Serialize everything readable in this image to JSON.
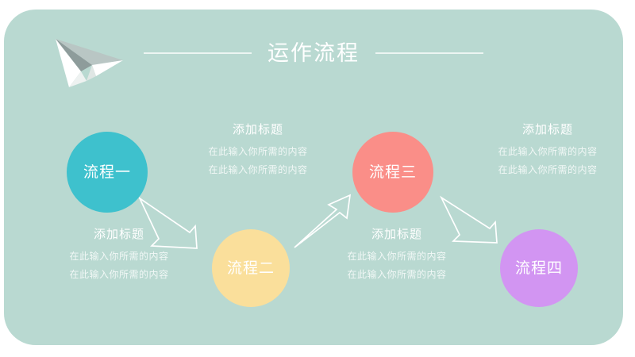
{
  "slide": {
    "background_color": "#ffffff",
    "panel_color": "#b9d9d1",
    "title": "运作流程",
    "plane_icon": "paper-plane-icon"
  },
  "nodes": [
    {
      "label": "流程一",
      "color": "#3ec1cd"
    },
    {
      "label": "流程二",
      "color": "#fadf9b"
    },
    {
      "label": "流程三",
      "color": "#fa8e88"
    },
    {
      "label": "流程四",
      "color": "#d295f2"
    }
  ],
  "blocks": [
    {
      "heading": "添加标题",
      "line1": "在此输入你所需的内容",
      "line2": "在此输入你所需的内容"
    },
    {
      "heading": "添加标题",
      "line1": "在此输入你所需的内容",
      "line2": "在此输入你所需的内容"
    },
    {
      "heading": "添加标题",
      "line1": "在此输入你所需的内容",
      "line2": "在此输入你所需的内容"
    },
    {
      "heading": "添加标题",
      "line1": "在此输入你所需的内容",
      "line2": "在此输入你所需的内容"
    }
  ],
  "arrows": [
    {
      "name": "arrow-step1-to-step2",
      "direction": "down-right"
    },
    {
      "name": "arrow-step2-to-step3",
      "direction": "up-right"
    },
    {
      "name": "arrow-step3-to-step4",
      "direction": "down-right"
    }
  ]
}
